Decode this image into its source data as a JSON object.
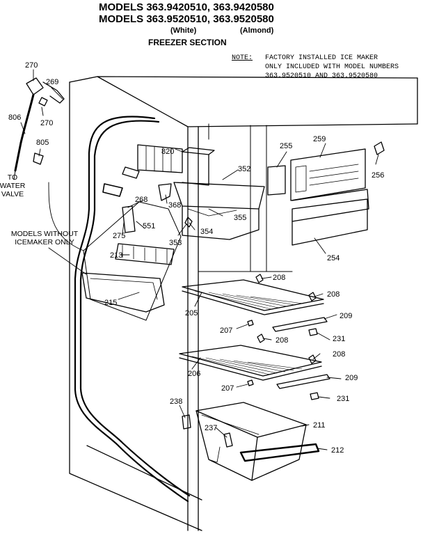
{
  "header": {
    "line1": "MODELS 363.9420510, 363.9420580",
    "line2": "MODELS 363.9520510, 363.9520580",
    "color_white": "(White)",
    "color_almond": "(Almond)",
    "section": "FREEZER SECTION"
  },
  "note": {
    "label": "NOTE:",
    "line1": "FACTORY INSTALLED ICE MAKER",
    "line2": "ONLY INCLUDED WITH MODEL NUMBERS",
    "line3": "363.9520510 AND 363.9520580"
  },
  "callout": {
    "line1": "MODELS WITHOUT",
    "line2": "ICEMAKER ONLY"
  },
  "water": {
    "line1": "TO",
    "line2": "WATER",
    "line3": "VALVE"
  },
  "parts": {
    "p270a": "270",
    "p269": "269",
    "p806": "806",
    "p270b": "270",
    "p805": "805",
    "p820": "820",
    "p352": "352",
    "p255": "255",
    "p259": "259",
    "p256": "256",
    "p268": "268",
    "p368": "368",
    "p275": "275",
    "p551": "551",
    "p354": "354",
    "p355": "355",
    "p353": "353",
    "p254": "254",
    "p213": "213",
    "p215": "215",
    "p208a": "208",
    "p208b": "208",
    "p205": "205",
    "p209a": "209",
    "p207a": "207",
    "p208c": "208",
    "p231a": "231",
    "p208d": "208",
    "p206": "206",
    "p207b": "207",
    "p209b": "209",
    "p231b": "231",
    "p238": "238",
    "p211": "211",
    "p237": "237",
    "p212": "212"
  },
  "colors": {
    "ink": "#000000",
    "paper": "#ffffff"
  }
}
